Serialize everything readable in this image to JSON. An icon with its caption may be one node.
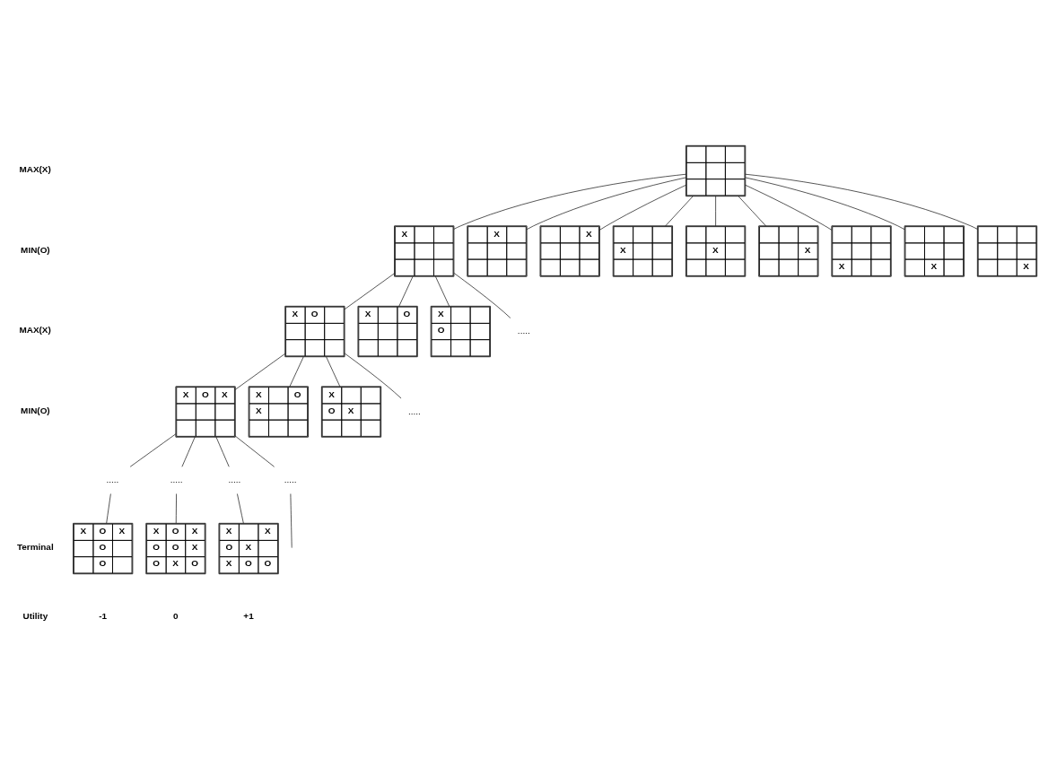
{
  "diagram": {
    "nodes": [
      {
        "text": [],
        "shape": "box"
      },
      {
        "text": [
          "X"
        ]
      },
      {
        "text": [
          "X"
        ]
      },
      {
        "text": [
          "X"
        ]
      },
      {
        "text": [
          "X"
        ]
      },
      {
        "text": [
          "X"
        ]
      },
      {
        "text": [
          "X"
        ]
      },
      {
        "text": [
          "X"
        ]
      },
      {
        "text": [
          "X"
        ]
      },
      {
        "text": [
          "X"
        ]
      },
      {
        "text": [
          "X",
          "O"
        ]
      },
      {
        "text": [
          "X",
          "O"
        ]
      },
      {
        "text": [
          "X",
          "O"
        ]
      },
      {
        "text": [
          "....."
        ]
      },
      {
        "text": [
          "X",
          "O",
          "X"
        ]
      },
      {
        "text": [
          "X",
          "O",
          "X"
        ]
      },
      {
        "text": [
          "X",
          "O",
          "X"
        ]
      },
      {
        "text": [
          "....."
        ]
      },
      {
        "text": [
          "....."
        ]
      },
      {
        "text": [
          "....."
        ]
      },
      {
        "text": [
          "....."
        ]
      },
      {
        "text": [
          "....."
        ]
      },
      {
        "text": [
          "X",
          "O",
          "X",
          "O",
          "O"
        ]
      },
      {
        "text": [
          "X",
          "O",
          "X",
          "O",
          "O",
          "X",
          "O",
          "X",
          "O"
        ]
      },
      {
        "text": [
          "X",
          "X",
          "O",
          "X",
          "X",
          "O",
          "O"
        ]
      }
    ],
    "edges": [
      {
        "from": 0,
        "to": 1,
        "arrow": "none"
      },
      {
        "from": 0,
        "to": 2,
        "arrow": "none"
      },
      {
        "from": 0,
        "to": 3,
        "arrow": "none"
      },
      {
        "from": 0,
        "to": 4,
        "arrow": "none"
      },
      {
        "from": 0,
        "to": 5,
        "arrow": "none"
      },
      {
        "from": 0,
        "to": 6,
        "arrow": "none"
      },
      {
        "from": 0,
        "to": 7,
        "arrow": "none"
      },
      {
        "from": 0,
        "to": 8,
        "arrow": "none"
      },
      {
        "from": 0,
        "to": 9,
        "arrow": "none"
      },
      {
        "from": 1,
        "to": 10,
        "arrow": "none"
      },
      {
        "from": 1,
        "to": 11,
        "arrow": "none"
      },
      {
        "from": 1,
        "to": 12,
        "arrow": "none"
      },
      {
        "from": 1,
        "to": 13,
        "arrow": "none"
      },
      {
        "from": 10,
        "to": 14,
        "arrow": "none"
      },
      {
        "from": 10,
        "to": 15,
        "arrow": "none"
      },
      {
        "from": 10,
        "to": 16,
        "arrow": "none"
      },
      {
        "from": 10,
        "to": 17,
        "arrow": "none"
      },
      {
        "from": 14,
        "to": 18,
        "arrow": "none"
      },
      {
        "from": 14,
        "to": 19,
        "arrow": "none"
      },
      {
        "from": 14,
        "to": 20,
        "arrow": "none"
      },
      {
        "from": 14,
        "to": 21,
        "arrow": "none"
      },
      {
        "from": 18,
        "to": 22,
        "arrow": "none"
      },
      {
        "from": 19,
        "to": 23,
        "arrow": "none"
      },
      {
        "from": 20,
        "to": 24,
        "arrow": "none"
      },
      {
        "from": 21,
        "to": null,
        "arrow": "none"
      }
    ],
    "labels": [
      "MAX(X)",
      "MIN(O)",
      "MAX(X)",
      "MIN(O)",
      "Terminal",
      "Utility",
      "-1",
      "0",
      "+1"
    ]
  }
}
